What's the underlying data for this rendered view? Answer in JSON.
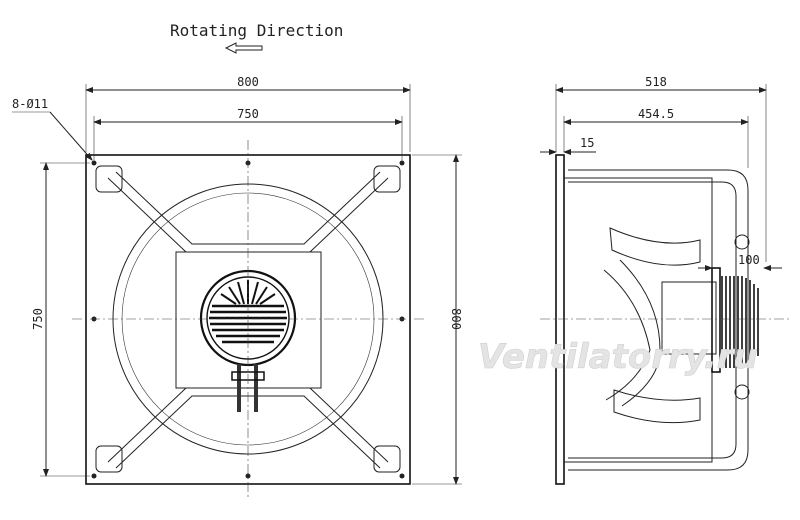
{
  "title": "Rotating Direction",
  "watermark": "Ventilatorry.ru",
  "front_view": {
    "hole_callout": "8-Ø11",
    "width_outer": "800",
    "width_inner": "750",
    "height_inner": "750",
    "height_outer": "800"
  },
  "side_view": {
    "depth_total": "518",
    "depth_body": "454.5",
    "flange_thickness": "15",
    "motor_protrusion": "100"
  }
}
